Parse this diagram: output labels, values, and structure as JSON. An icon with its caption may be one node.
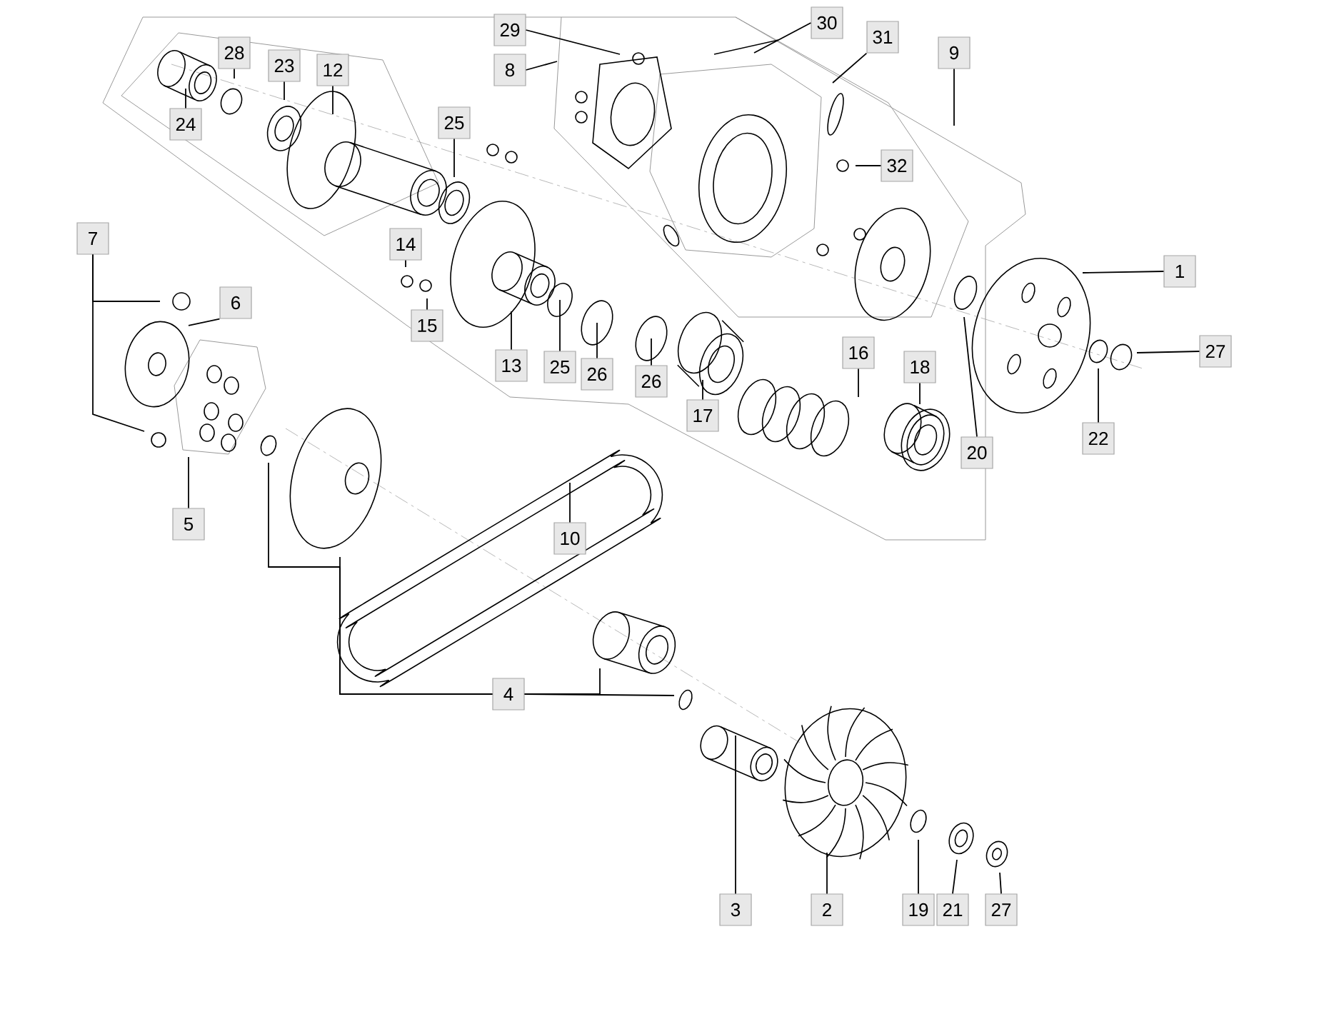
{
  "diagram": {
    "nodes": [
      {
        "text": [
          "30"
        ]
      },
      {
        "text": [
          "29"
        ]
      },
      {
        "text": [
          "31"
        ]
      },
      {
        "text": [
          "28"
        ]
      },
      {
        "text": [
          "9"
        ]
      },
      {
        "text": [
          "23"
        ]
      },
      {
        "text": [
          "12"
        ]
      },
      {
        "text": [
          "8"
        ]
      },
      {
        "text": [
          "25"
        ]
      },
      {
        "text": [
          "24"
        ]
      },
      {
        "text": [
          "32"
        ]
      },
      {
        "text": [
          "7"
        ]
      },
      {
        "text": [
          "14"
        ]
      },
      {
        "text": [
          "1"
        ]
      },
      {
        "text": [
          "6"
        ]
      },
      {
        "text": [
          "15"
        ]
      },
      {
        "text": [
          "27"
        ]
      },
      {
        "text": [
          "16"
        ]
      },
      {
        "text": [
          "13"
        ]
      },
      {
        "text": [
          "25"
        ]
      },
      {
        "text": [
          "18"
        ]
      },
      {
        "text": [
          "26"
        ]
      },
      {
        "text": [
          "26"
        ]
      },
      {
        "text": [
          "17"
        ]
      },
      {
        "text": [
          "22"
        ]
      },
      {
        "text": [
          "20"
        ]
      },
      {
        "text": [
          "5"
        ]
      },
      {
        "text": [
          "10"
        ]
      },
      {
        "text": [
          "4"
        ]
      },
      {
        "text": [
          "3"
        ]
      },
      {
        "text": [
          "2"
        ]
      },
      {
        "text": [
          "19"
        ]
      },
      {
        "text": [
          "21"
        ]
      },
      {
        "text": [
          "27"
        ]
      }
    ],
    "edges": [
      {
        "from": 0,
        "to": null,
        "arrow": "none"
      },
      {
        "from": 1,
        "to": null,
        "arrow": "none"
      },
      {
        "from": 2,
        "to": null,
        "arrow": "none"
      },
      {
        "from": 3,
        "to": null,
        "arrow": "none"
      },
      {
        "from": 4,
        "to": null,
        "arrow": "none"
      },
      {
        "from": 5,
        "to": null,
        "arrow": "none"
      },
      {
        "from": 6,
        "to": null,
        "arrow": "none"
      },
      {
        "from": 7,
        "to": null,
        "arrow": "none"
      },
      {
        "from": 8,
        "to": null,
        "arrow": "none"
      },
      {
        "from": 9,
        "to": null,
        "arrow": "none"
      },
      {
        "from": 10,
        "to": null,
        "arrow": "none"
      },
      {
        "from": 11,
        "to": null,
        "arrow": "none"
      },
      {
        "from": 11,
        "to": null,
        "arrow": "none"
      },
      {
        "from": 12,
        "to": null,
        "arrow": "none"
      },
      {
        "from": 13,
        "to": null,
        "arrow": "none"
      },
      {
        "from": 14,
        "to": null,
        "arrow": "none"
      },
      {
        "from": 15,
        "to": null,
        "arrow": "none"
      },
      {
        "from": 16,
        "to": null,
        "arrow": "none"
      },
      {
        "from": 17,
        "to": null,
        "arrow": "none"
      },
      {
        "from": 18,
        "to": null,
        "arrow": "none"
      },
      {
        "from": 19,
        "to": null,
        "arrow": "none"
      },
      {
        "from": 20,
        "to": null,
        "arrow": "none"
      },
      {
        "from": 21,
        "to": null,
        "arrow": "none"
      },
      {
        "from": 22,
        "to": null,
        "arrow": "none"
      },
      {
        "from": 23,
        "to": null,
        "arrow": "none"
      },
      {
        "from": 24,
        "to": null,
        "arrow": "none"
      },
      {
        "from": 25,
        "to": null,
        "arrow": "none"
      },
      {
        "from": 26,
        "to": null,
        "arrow": "none"
      },
      {
        "from": 27,
        "to": null,
        "arrow": "none"
      },
      {
        "from": 28,
        "to": null,
        "arrow": "none"
      },
      {
        "from": 28,
        "to": null,
        "arrow": "none"
      },
      {
        "from": 28,
        "to": null,
        "arrow": "none"
      },
      {
        "from": 28,
        "to": null,
        "arrow": "none"
      },
      {
        "from": 29,
        "to": null,
        "arrow": "none"
      },
      {
        "from": 30,
        "to": null,
        "arrow": "none"
      },
      {
        "from": 31,
        "to": null,
        "arrow": "none"
      },
      {
        "from": 32,
        "to": null,
        "arrow": "none"
      },
      {
        "from": 33,
        "to": null,
        "arrow": "none"
      }
    ]
  }
}
